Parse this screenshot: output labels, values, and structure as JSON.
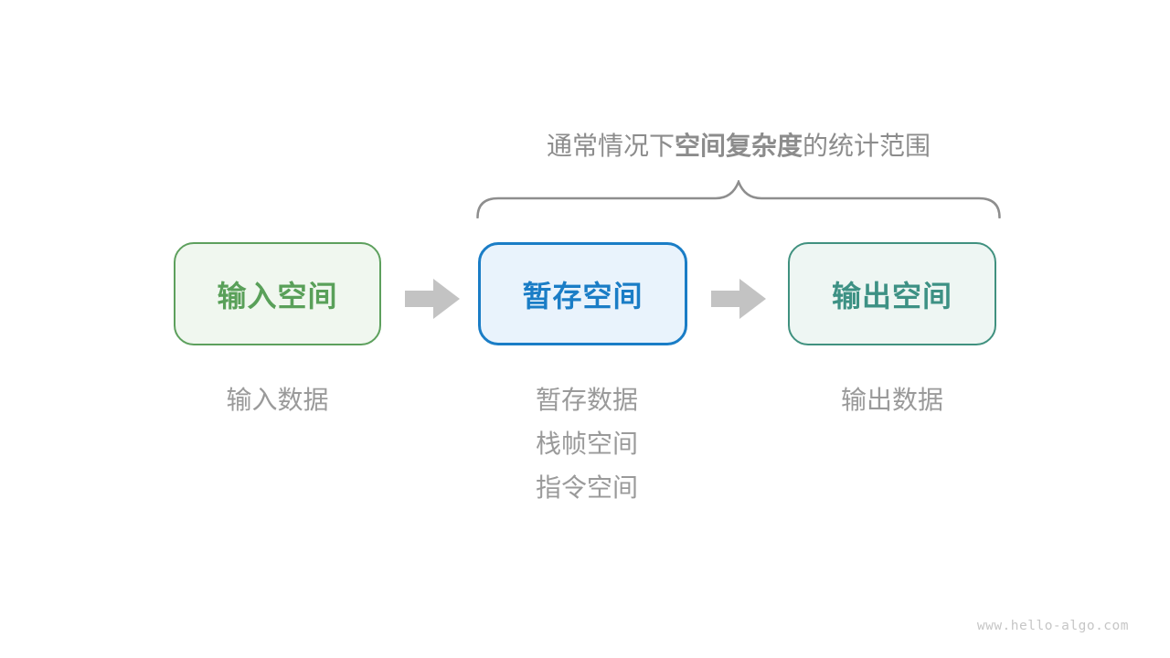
{
  "title": {
    "prefix": "通常情况下",
    "bold": "空间复杂度",
    "suffix": "的统计范围"
  },
  "boxes": [
    {
      "id": "input-space",
      "label": "输入空间"
    },
    {
      "id": "temp-space",
      "label": "暂存空间"
    },
    {
      "id": "output-space",
      "label": "输出空间"
    }
  ],
  "annotations": {
    "input": [
      "输入数据"
    ],
    "temp": [
      "暂存数据",
      "栈帧空间",
      "指令空间"
    ],
    "output": [
      "输出数据"
    ]
  },
  "watermark": "www.hello-algo.com",
  "colors": {
    "box-input-border": "#5da05d",
    "box-input-bg": "#f0f7ef",
    "box-input-text": "#59a059",
    "box-temp-border": "#1a7dc6",
    "box-temp-bg": "#e9f3fc",
    "box-temp-text": "#1a7dc6",
    "box-output-border": "#40917f",
    "box-output-bg": "#eef6f3",
    "box-output-text": "#3d9184",
    "arrow": "#c3c3c3",
    "brace": "#8e8e8e",
    "label": "#9a9a9a",
    "title": "#8c8c8c",
    "watermark": "#c6c6c6"
  }
}
